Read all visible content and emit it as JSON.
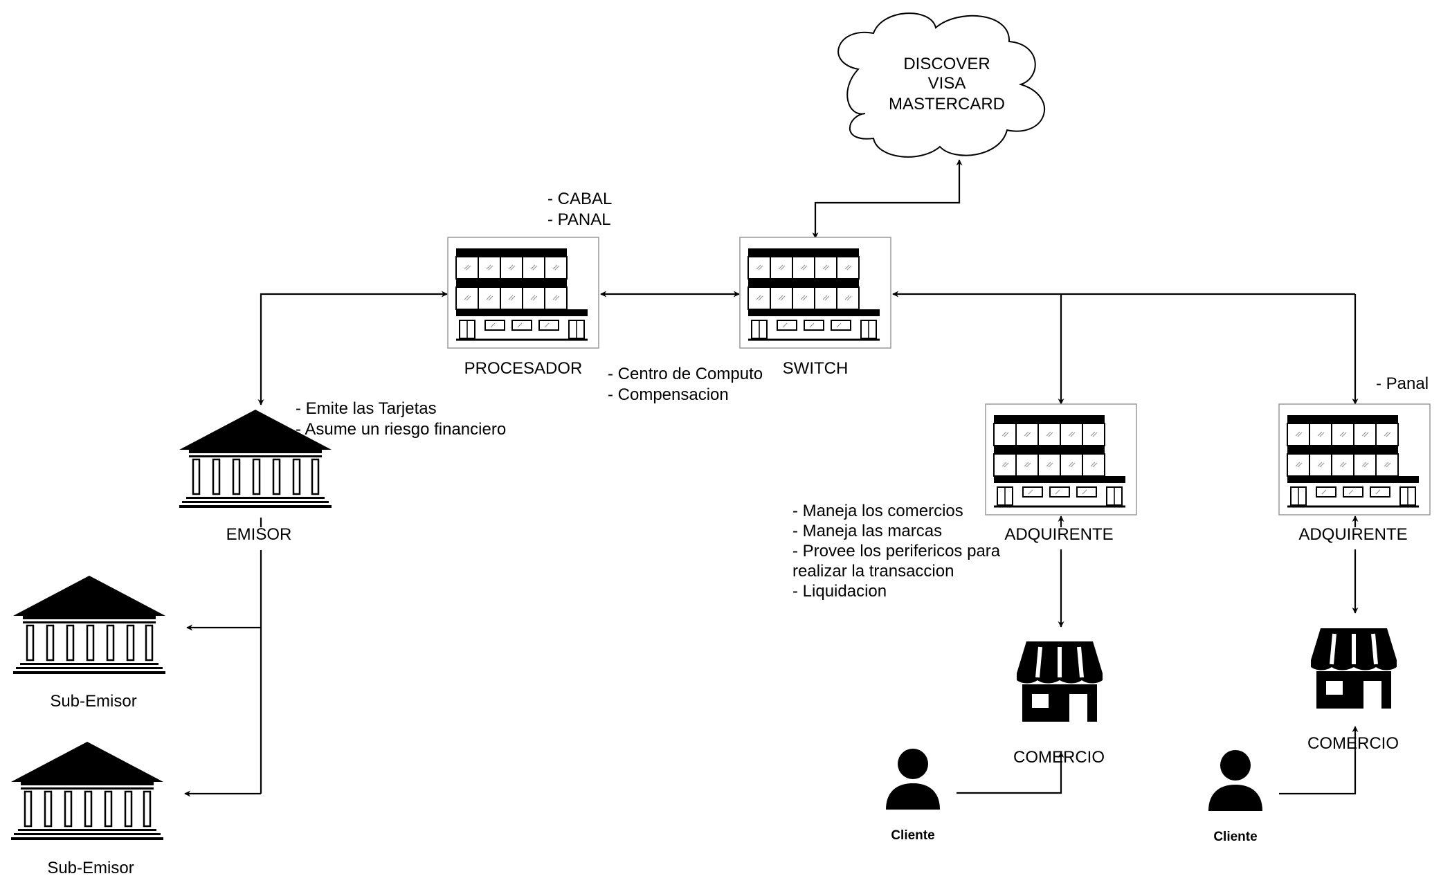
{
  "nodes": {
    "cloud": {
      "lines": [
        "DISCOVER",
        "VISA",
        "MASTERCARD"
      ]
    },
    "procesador": {
      "label": "PROCESADOR"
    },
    "switch": {
      "label": "SWITCH"
    },
    "emisor": {
      "label": "EMISOR"
    },
    "sub_emisor_1": {
      "label": "Sub-Emisor"
    },
    "sub_emisor_2": {
      "label": "Sub-Emisor"
    },
    "adquirente_1": {
      "label": "ADQUIRENTE"
    },
    "adquirente_2": {
      "label": "ADQUIRENTE"
    },
    "comercio_1": {
      "label": "COMERCIO"
    },
    "comercio_2": {
      "label": "COMERCIO"
    },
    "cliente_1": {
      "label": "Cliente"
    },
    "cliente_2": {
      "label": "Cliente"
    }
  },
  "notes": {
    "procesador_brands": [
      "- CABAL",
      "- PANAL"
    ],
    "switch_roles": [
      "- Centro de Computo",
      "- Compensacion"
    ],
    "emisor_roles": [
      "- Emite las Tarjetas",
      "- Asume un riesgo financiero"
    ],
    "adquirente_roles": [
      "- Maneja los comercios",
      "- Maneja las marcas",
      "- Provee los perifericos para",
      "realizar la transaccion",
      "- Liquidacion"
    ],
    "adquirente_2_brand": [
      "- Panal"
    ]
  },
  "edges": [
    {
      "from": "switch",
      "to": "cloud",
      "direction": "both"
    },
    {
      "from": "procesador",
      "to": "switch",
      "direction": "both"
    },
    {
      "from": "procesador",
      "to": "emisor",
      "direction": "both"
    },
    {
      "from": "emisor",
      "to": "sub_emisor_1",
      "direction": "forward"
    },
    {
      "from": "emisor",
      "to": "sub_emisor_2",
      "direction": "forward"
    },
    {
      "from": "switch",
      "to": "adquirente_1",
      "direction": "both"
    },
    {
      "from": "switch",
      "to": "adquirente_2",
      "direction": "both"
    },
    {
      "from": "adquirente_1",
      "to": "comercio_1",
      "direction": "both"
    },
    {
      "from": "adquirente_2",
      "to": "comercio_2",
      "direction": "both"
    },
    {
      "from": "cliente_1",
      "to": "comercio_1",
      "direction": "forward"
    },
    {
      "from": "cliente_2",
      "to": "comercio_2",
      "direction": "forward"
    }
  ]
}
